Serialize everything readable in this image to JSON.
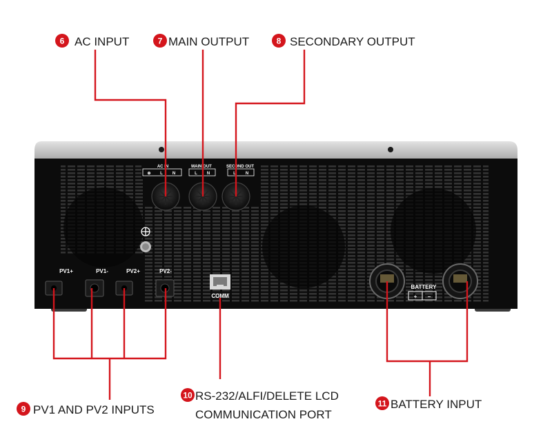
{
  "colors": {
    "leader": "#d4151c",
    "badge": "#d4151c",
    "case_top": "#c9c9c9",
    "case_body": "#111111",
    "vent": "#2e2e2e",
    "text": "#1a1a1a"
  },
  "callouts": {
    "ac_input": {
      "num": "6",
      "label": "AC INPUT"
    },
    "main_output": {
      "num": "7",
      "label": "MAIN OUTPUT"
    },
    "secondary_output": {
      "num": "8",
      "label": "SECONDARY OUTPUT"
    },
    "pv_inputs": {
      "num": "9",
      "label": "PV1 AND PV2 INPUTS"
    },
    "comm_port": {
      "num": "10",
      "label_line1": "RS-232/ALFI/DELETE LCD",
      "label_line2": "COMMUNICATION PORT"
    },
    "battery_input": {
      "num": "11",
      "label": "BATTERY INPUT"
    }
  },
  "panel": {
    "ac_in": "AC IN",
    "main_out": "MAIN OUT",
    "second_out": "SECOND OUT",
    "terminals": [
      "⊕",
      "L",
      "N"
    ],
    "terminals_out": [
      "L",
      "N"
    ],
    "pv_ports": [
      "PV1+",
      "PV1-",
      "PV2+",
      "PV2-"
    ],
    "comm": "COMM",
    "battery": "BATTERY",
    "battery_plus": "+",
    "battery_minus": "−",
    "ground_symbol": "⊕"
  }
}
